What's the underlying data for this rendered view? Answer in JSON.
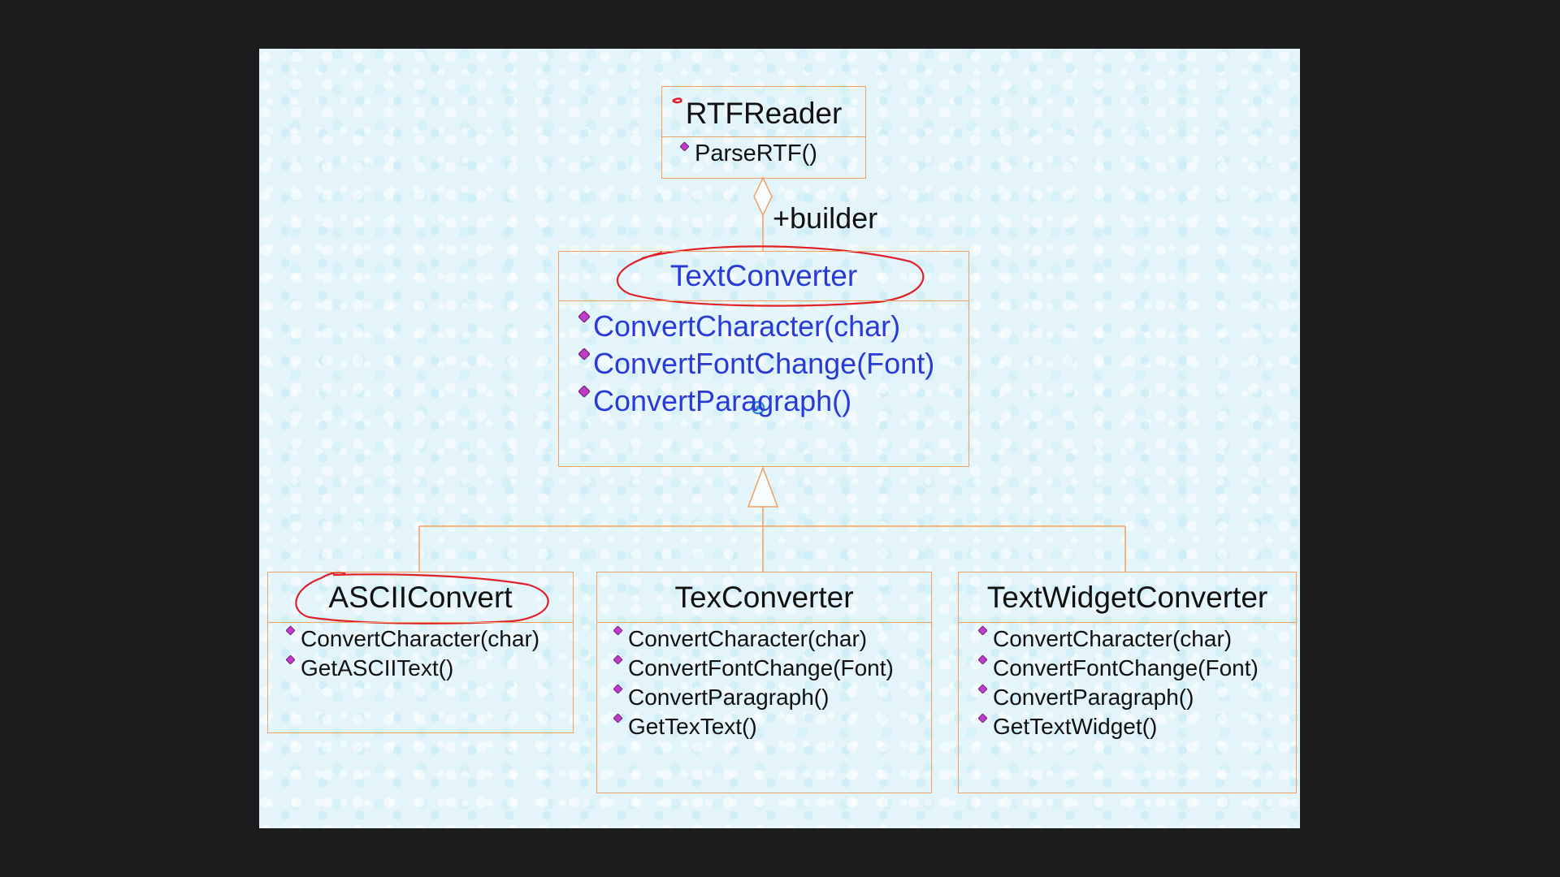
{
  "rtfreader": {
    "name": "RTFReader",
    "ops": [
      "ParseRTF()"
    ]
  },
  "association": {
    "role": "+builder"
  },
  "textconverter": {
    "name": "TextConverter",
    "ops": [
      "ConvertCharacter(char)",
      "ConvertFontChange(Font)",
      "ConvertParagraph()"
    ]
  },
  "asciiconvert": {
    "name": "ASCIIConvert",
    "ops": [
      "ConvertCharacter(char)",
      "GetASCIIText()"
    ]
  },
  "texconverter": {
    "name": "TexConverter",
    "ops": [
      "ConvertCharacter(char)",
      "ConvertFontChange(Font)",
      "ConvertParagraph()",
      "GetTexText()"
    ]
  },
  "textwidgetconverter": {
    "name": "TextWidgetConverter",
    "ops": [
      "ConvertCharacter(char)",
      "ConvertFontChange(Font)",
      "ConvertParagraph()",
      "GetTextWidget()"
    ]
  },
  "colors": {
    "line": "#f0a060",
    "annotation": "#e0202a",
    "highlight_text": "#2a3ad6",
    "operation_icon": "#c03cc8"
  }
}
